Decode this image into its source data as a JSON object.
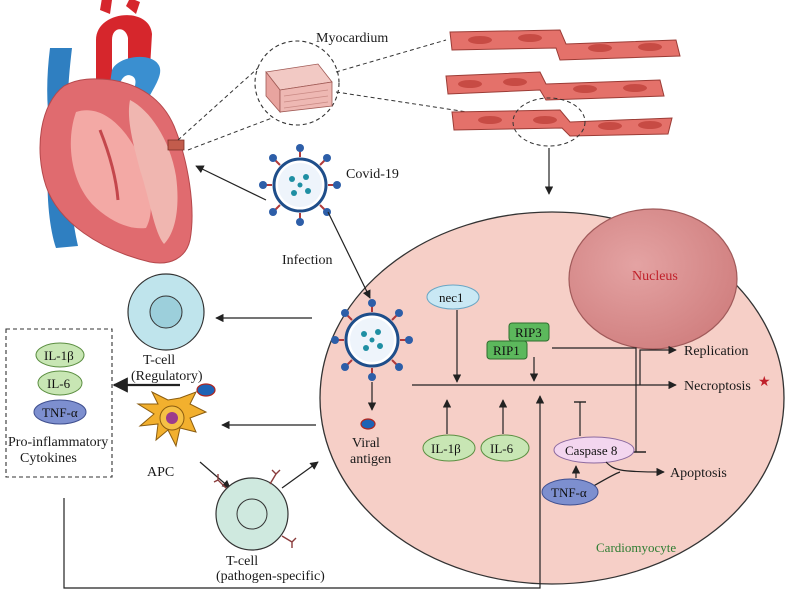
{
  "labels": {
    "myocardium": "Myocardium",
    "covid": "Covid-19",
    "infection": "Infection",
    "nucleus": "Nucleus",
    "nec1": "nec1",
    "rip3": "RIP3",
    "rip1": "RIP1",
    "replication": "Replication",
    "necroptosis": "Necroptosis",
    "apoptosis": "Apoptosis",
    "caspase8": "Caspase 8",
    "tnf_cell": "TNF-α",
    "il1b_cell": "IL-1β",
    "il6_cell": "IL-6",
    "viral_antigen_1": "Viral",
    "viral_antigen_2": "antigen",
    "cardiomyocyte": "Cardiomyocyte",
    "tcell_reg_1": "T-cell",
    "tcell_reg_2": "(Regulatory)",
    "apc": "APC",
    "tcell_path_1": "T-cell",
    "tcell_path_2": "(pathogen-specific)",
    "cyto_il1b": "IL-1β",
    "cyto_il6": "IL-6",
    "cyto_tnf": "TNF-α",
    "proinflam_1": "Pro-inflammatory",
    "proinflam_2": "Cytokines"
  },
  "colors": {
    "cell_fill": "#f6cfc7",
    "nucleus_fill": "#d98b8b",
    "nucleus_text": "#c0202a",
    "cardiomyocyte_text": "#2e7d32",
    "green_box": "#5cb85c",
    "light_green_pill": "#c8e6b4",
    "blue_pill": "#7d8fcf",
    "light_blue_pill": "#c9e8f4",
    "caspase_pill": "#f3d6ef",
    "tcell_reg": "#bfe4ec",
    "tcell_path": "#cfe9df",
    "apc_body": "#f2b02e",
    "star": "#c0202a"
  }
}
